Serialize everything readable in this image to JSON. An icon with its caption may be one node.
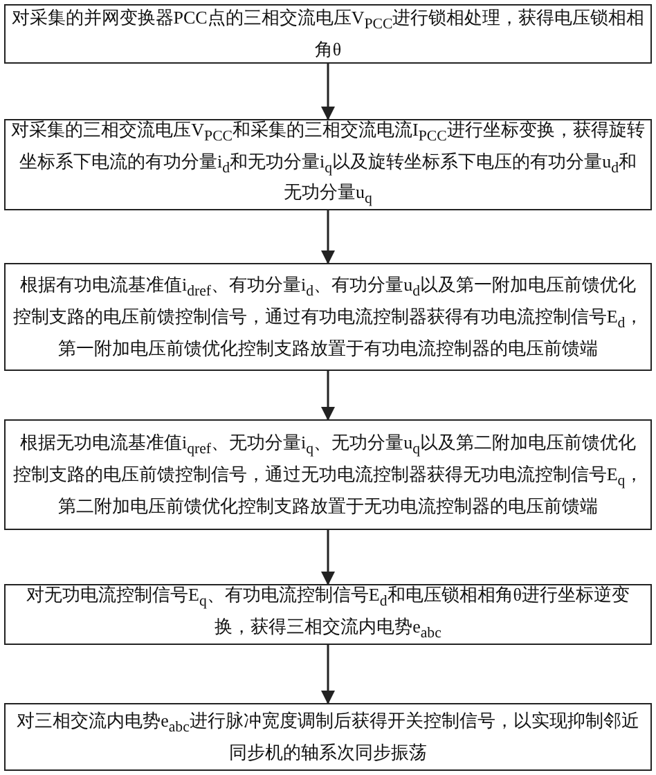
{
  "diagram": {
    "nodes": [
      {
        "text": [
          "对采集的并网变换器PCC点的三相交流电压V$_{PCC}$进行锁相处理，获得电压锁相相角θ"
        ]
      },
      {
        "text": [
          "对采集的三相交流电压V$_{PCC}$和采集的三相交流电流I$_{PCC}$进行坐标变换，获得旋转坐标系下电流的有功分量i$_{d}$和无功分量i$_{q}$以及旋转坐标系下电压的有功分量u$_{d}$和无功分量u$_{q}$"
        ]
      },
      {
        "text": [
          "根据有功电流基准值i$_{dref}$、有功分量i$_{d}$、有功分量u$_{d}$以及第一附加电压前馈优化控制支路的电压前馈控制信号，通过有功电流控制器获得有功电流控制信号E$_{d}$，第一附加电压前馈优化控制支路放置于有功电流控制器的电压前馈端"
        ]
      },
      {
        "text": [
          "根据无功电流基准值i$_{qref}$、无功分量i$_{q}$、无功分量u$_{q}$以及第二附加电压前馈优化控制支路的电压前馈控制信号，通过无功电流控制器获得无功电流控制信号E$_{q}$，第二附加电压前馈优化控制支路放置于无功电流控制器的电压前馈端"
        ]
      },
      {
        "text": [
          "对无功电流控制信号E$_{q}$、有功电流控制信号E$_{d}$和电压锁相相角θ进行坐标逆变换，获得三相交流内电势e$_{abc}$"
        ]
      },
      {
        "text": [
          "对三相交流内电势e$_{abc}$进行脉冲宽度调制后获得开关控制信号，以实现抑制邻近同步机的轴系次同步振荡"
        ]
      }
    ],
    "edges": [
      {
        "from": 0,
        "to": 1,
        "arrow": "to"
      },
      {
        "from": 1,
        "to": 2,
        "arrow": "to"
      },
      {
        "from": 2,
        "to": 3,
        "arrow": "to"
      },
      {
        "from": 3,
        "to": 4,
        "arrow": "to"
      },
      {
        "from": 4,
        "to": 5,
        "arrow": "to"
      }
    ]
  }
}
